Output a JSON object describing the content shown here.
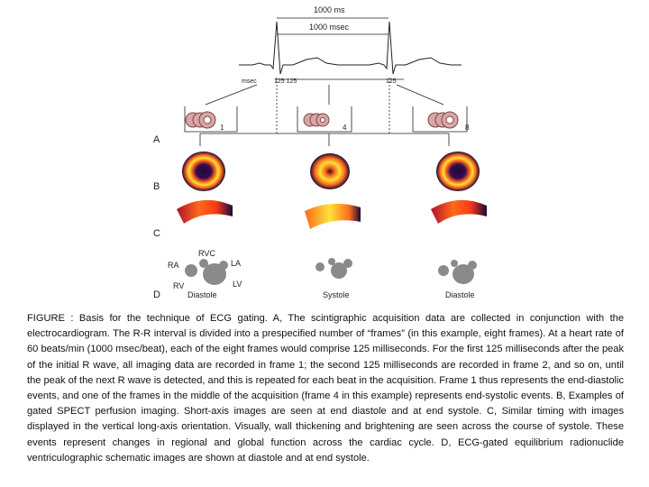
{
  "figure": {
    "ecg": {
      "interval_label_top": "1000 ms",
      "interval_label_bottom": "1000 msec",
      "axis_label": "msec",
      "tick_left": "125 125",
      "tick_right": "125"
    },
    "row_labels": [
      "A",
      "B",
      "C",
      "D"
    ],
    "frame_numbers": [
      "1",
      "4",
      "8"
    ],
    "chamber_labels": {
      "rvc": "RVC",
      "ra": "RA",
      "la": "LA",
      "rv": "RV",
      "lv": "LV"
    },
    "phase_labels": [
      "Diastole",
      "Systole",
      "Diastole"
    ]
  },
  "caption": "FIGURE : Basis for the technique of ECG gating. A, The scintigraphic acquisition data are collected in conjunction with the electrocardiogram. The R-R interval is divided into a prespecified number of “frames” (in this example, eight frames). At a heart rate of 60 beats/min (1000 msec/beat), each of the eight frames would comprise 125 milliseconds. For the first 125 milliseconds after the peak of the initial R wave, all imaging data are recorded in frame 1; the second 125 milliseconds are recorded in frame 2, and so on, until the peak of the next R wave is detected, and this is repeated for each beat in the acquisition. Frame 1 thus represents the end-diastolic events, and one of the frames in the middle of the acquisition (frame 4 in this example) represents end-systolic events. B, Examples of gated SPECT perfusion imaging. Short-axis images are seen at end diastole and at end systole. C, Similar timing with images displayed in the vertical long-axis orientation. Visually, wall thickening and brightening are seen across the course of systole. These events represent changes in regional and global function across the cardiac cycle. D, ECG-gated equilibrium radionuclide ventriculographic schematic images are shown at diastole and at end systole.",
  "colors": {
    "ring_fill": "#d9a6a6",
    "ring_stroke": "#7a4545",
    "spect_hot": "#ffe23a",
    "spect_mid": "#ff6a1a",
    "spect_low": "#b01030",
    "spect_bg": "#1a0a3a",
    "chamber": "#8a8a8a"
  }
}
